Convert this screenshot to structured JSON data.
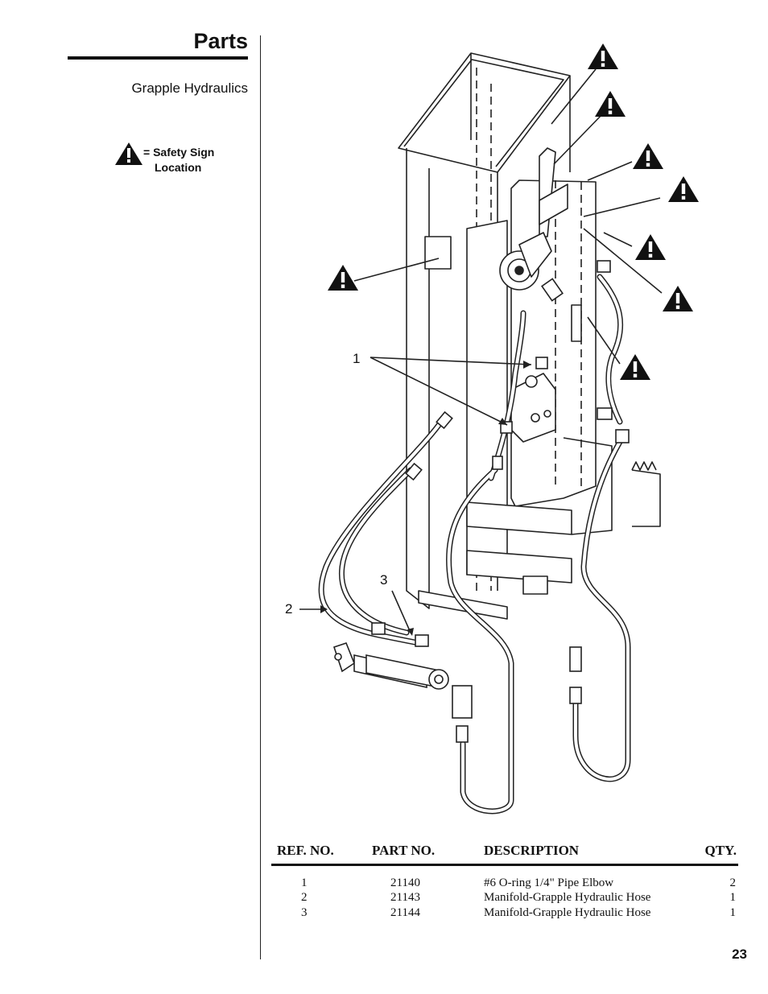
{
  "header": {
    "section_title": "Parts",
    "subtitle": "Grapple Hydraulics"
  },
  "legend": {
    "icon": "warning-triangle-icon",
    "line1": "= Safety Sign",
    "line2": "Location"
  },
  "diagram": {
    "callouts": [
      "1",
      "2",
      "3"
    ],
    "safety_sign_count": 8
  },
  "table": {
    "headers": {
      "ref_no": "REF. NO.",
      "part_no": "PART NO.",
      "description": "DESCRIPTION",
      "qty": "QTY."
    },
    "rows": [
      {
        "ref": "1",
        "part": "21140",
        "description": "#6 O-ring 1/4\" Pipe Elbow",
        "qty": "2"
      },
      {
        "ref": "2",
        "part": "21143",
        "description": "Manifold-Grapple Hydraulic Hose",
        "qty": "1"
      },
      {
        "ref": "3",
        "part": "21144",
        "description": "Manifold-Grapple Hydraulic Hose",
        "qty": "1"
      }
    ]
  },
  "footer": {
    "page_number": "23"
  }
}
